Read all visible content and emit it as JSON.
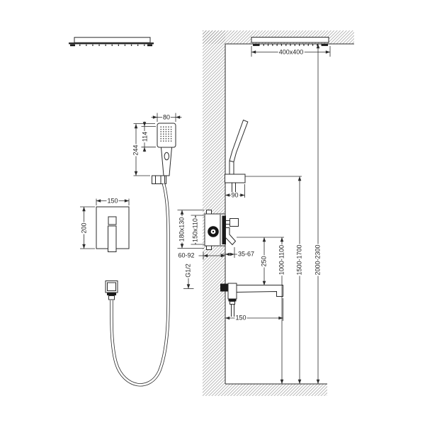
{
  "page": {
    "background": "#ffffff",
    "line_color": "#2b2b2b",
    "hatch_color": "#9b9b9b"
  },
  "dimensions": {
    "overhead_shower_size": "400x400",
    "hand_shower_width": "80",
    "hand_shower_head_length": "114",
    "hand_shower_total_length": "244",
    "mixer_plate_width": "150",
    "mixer_plate_height": "200",
    "holder_wall_projection": "90",
    "rough_in_opening_outer": "180x130",
    "rough_in_opening_inner": "150x110",
    "embedment_depth_range": "60-92",
    "connection_thread": "G1/2",
    "handle_wall_projection": "35-67",
    "valve_to_spout_distance": "250",
    "spout_wall_projection": "150",
    "valve_mounting_height": "1000-1100",
    "holder_mounting_height": "1500-1700",
    "overhead_mounting_height": "2000-2300"
  }
}
